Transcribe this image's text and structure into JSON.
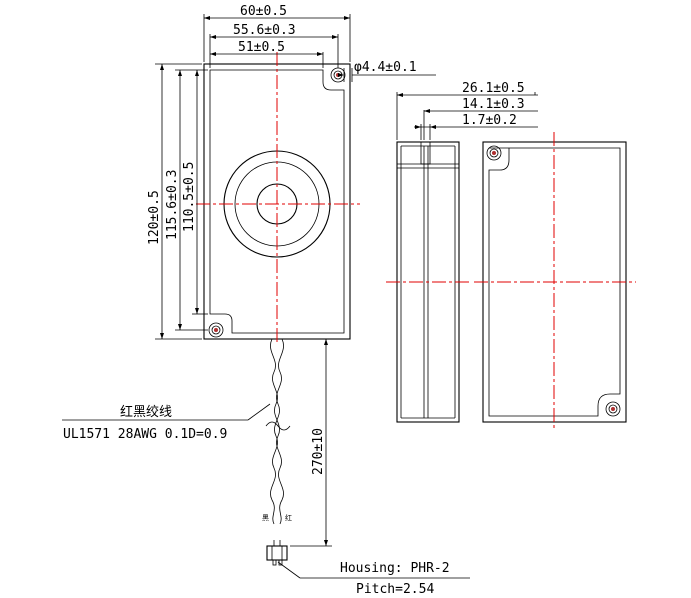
{
  "front_view": {
    "width_overall": "60±0.5",
    "width_mid": "55.6±0.3",
    "width_inner": "51±0.5",
    "hole_dia": "φ4.4±0.1",
    "height_overall": "120±0.5",
    "height_mid": "115.6±0.3",
    "height_inner": "110.5±0.5"
  },
  "side_view": {
    "depth_overall": "26.1±0.5",
    "depth_mid": "14.1±0.3",
    "depth_small": "1.7±0.2"
  },
  "wire": {
    "name": "红黑绞线",
    "spec": "UL1571 28AWG 0.1D=0.9",
    "length": "270±10",
    "color_a": "黑",
    "color_b": "红"
  },
  "connector": {
    "housing": "Housing: PHR-2",
    "pitch": "Pitch=2.54"
  },
  "colors": {
    "line": "#000000",
    "centerline": "#e00000",
    "hole": "#b03030"
  }
}
